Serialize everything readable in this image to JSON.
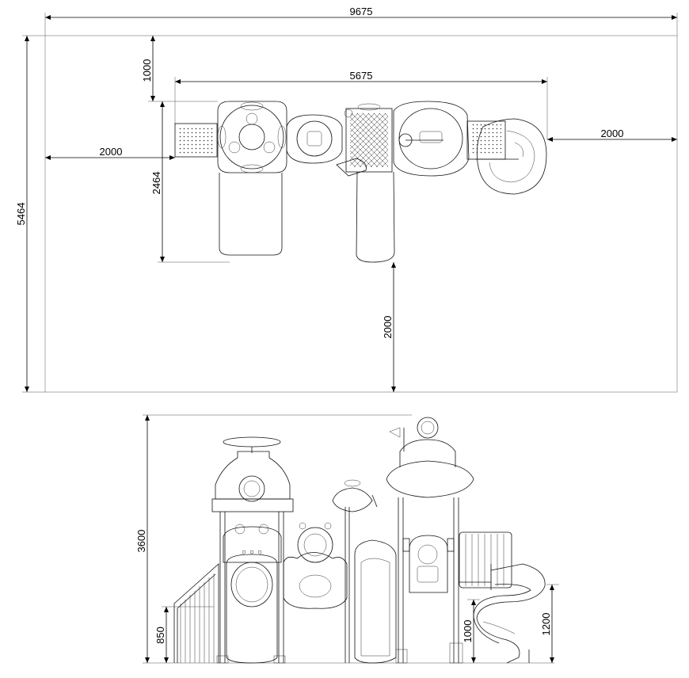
{
  "plan_view": {
    "overall_width": "9675",
    "overall_depth": "5464",
    "structure_width": "5675",
    "top_clearance": "1000",
    "structure_depth": "2464",
    "left_clearance": "2000",
    "right_clearance": "2000",
    "bottom_clearance": "2000"
  },
  "elevation_view": {
    "total_height": "3600",
    "platform_height_left": "850",
    "platform_height_middle": "1000",
    "slide_height_right": "1200"
  }
}
